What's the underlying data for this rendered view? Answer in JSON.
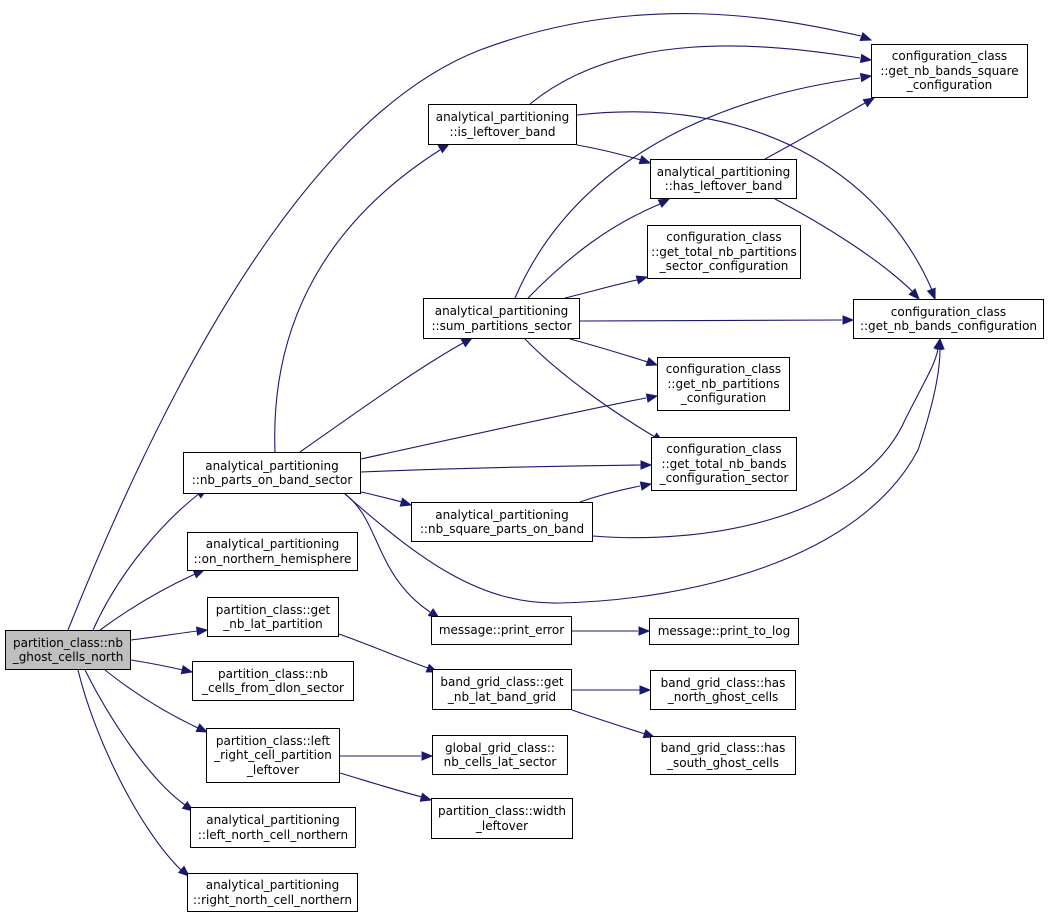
{
  "colors": {
    "edge": "#191970",
    "root_fill": "#bfbfbf",
    "node_fill": "#ffffff",
    "border": "#000000"
  },
  "nodes": {
    "root": {
      "lines": [
        "partition_class::nb",
        "_ghost_cells_north"
      ]
    },
    "nbparts": {
      "lines": [
        "analytical_partitioning",
        "::nb_parts_on_band_sector"
      ]
    },
    "onnorth": {
      "lines": [
        "analytical_partitioning",
        "::on_northern_hemisphere"
      ]
    },
    "getnblat": {
      "lines": [
        "partition_class::get",
        "_nb_lat_partition"
      ]
    },
    "nbcells": {
      "lines": [
        "partition_class::nb",
        "_cells_from_dlon_sector"
      ]
    },
    "leftright": {
      "lines": [
        "partition_class::left",
        "_right_cell_partition",
        "_leftover"
      ]
    },
    "leftnorth": {
      "lines": [
        "analytical_partitioning",
        "::left_north_cell_northern"
      ]
    },
    "rightnorth": {
      "lines": [
        "analytical_partitioning",
        "::right_north_cell_northern"
      ]
    },
    "isleftover": {
      "lines": [
        "analytical_partitioning",
        "::is_leftover_band"
      ]
    },
    "sumparts": {
      "lines": [
        "analytical_partitioning",
        "::sum_partitions_sector"
      ]
    },
    "squareparts": {
      "lines": [
        "analytical_partitioning",
        "::nb_square_parts_on_band"
      ]
    },
    "printerror": {
      "lines": [
        "message::print_error"
      ]
    },
    "bandgrid": {
      "lines": [
        "band_grid_class::get",
        "_nb_lat_band_grid"
      ]
    },
    "globalgrid": {
      "lines": [
        "global_grid_class::",
        "nb_cells_lat_sector"
      ]
    },
    "width": {
      "lines": [
        "partition_class::width",
        "_leftover"
      ]
    },
    "hasleftover": {
      "lines": [
        "analytical_partitioning",
        "::has_leftover_band"
      ]
    },
    "totalparts": {
      "lines": [
        "configuration_class",
        "::get_total_nb_partitions",
        "_sector_configuration"
      ]
    },
    "nbpartsconf": {
      "lines": [
        "configuration_class",
        "::get_nb_partitions",
        "_configuration"
      ]
    },
    "totalbands": {
      "lines": [
        "configuration_class",
        "::get_total_nb_bands",
        "_configuration_sector"
      ]
    },
    "printlog": {
      "lines": [
        "message::print_to_log"
      ]
    },
    "hasnorth": {
      "lines": [
        "band_grid_class::has",
        "_north_ghost_cells"
      ]
    },
    "hassouth": {
      "lines": [
        "band_grid_class::has",
        "_south_ghost_cells"
      ]
    },
    "bandssquare": {
      "lines": [
        "configuration_class",
        "::get_nb_bands_square",
        "_configuration"
      ]
    },
    "bandsconf": {
      "lines": [
        "configuration_class",
        "::get_nb_bands_configuration"
      ]
    }
  },
  "edges": [
    [
      "root",
      "nbparts"
    ],
    [
      "root",
      "onnorth"
    ],
    [
      "root",
      "getnblat"
    ],
    [
      "root",
      "nbcells"
    ],
    [
      "root",
      "leftright"
    ],
    [
      "root",
      "leftnorth"
    ],
    [
      "root",
      "rightnorth"
    ],
    [
      "root",
      "bandssquare"
    ],
    [
      "nbparts",
      "isleftover"
    ],
    [
      "nbparts",
      "sumparts"
    ],
    [
      "nbparts",
      "nbpartsconf"
    ],
    [
      "nbparts",
      "totalbands"
    ],
    [
      "nbparts",
      "squareparts"
    ],
    [
      "nbparts",
      "printerror"
    ],
    [
      "nbparts",
      "bandsconf"
    ],
    [
      "isleftover",
      "bandssquare"
    ],
    [
      "isleftover",
      "hasleftover"
    ],
    [
      "isleftover",
      "bandsconf"
    ],
    [
      "hasleftover",
      "bandssquare"
    ],
    [
      "hasleftover",
      "bandsconf"
    ],
    [
      "sumparts",
      "bandssquare"
    ],
    [
      "sumparts",
      "hasleftover"
    ],
    [
      "sumparts",
      "totalparts"
    ],
    [
      "sumparts",
      "bandsconf"
    ],
    [
      "sumparts",
      "nbpartsconf"
    ],
    [
      "sumparts",
      "totalbands"
    ],
    [
      "squareparts",
      "totalbands"
    ],
    [
      "squareparts",
      "bandsconf"
    ],
    [
      "printerror",
      "printlog"
    ],
    [
      "getnblat",
      "bandgrid"
    ],
    [
      "bandgrid",
      "hasnorth"
    ],
    [
      "bandgrid",
      "hassouth"
    ],
    [
      "leftright",
      "globalgrid"
    ],
    [
      "leftright",
      "width"
    ]
  ]
}
